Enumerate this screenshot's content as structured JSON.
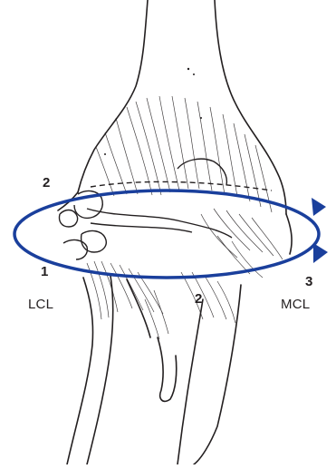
{
  "labels": {
    "top_left_number": "2",
    "left_number": "1",
    "left_abbr": "LCL",
    "bottom_center_number": "2",
    "right_number": "3",
    "right_abbr": "MCL"
  },
  "colors": {
    "arrow": "#1a3f9c",
    "line": "#231f20",
    "background": "#ffffff"
  },
  "icons": {
    "arrowhead": "triangle-arrowhead"
  }
}
